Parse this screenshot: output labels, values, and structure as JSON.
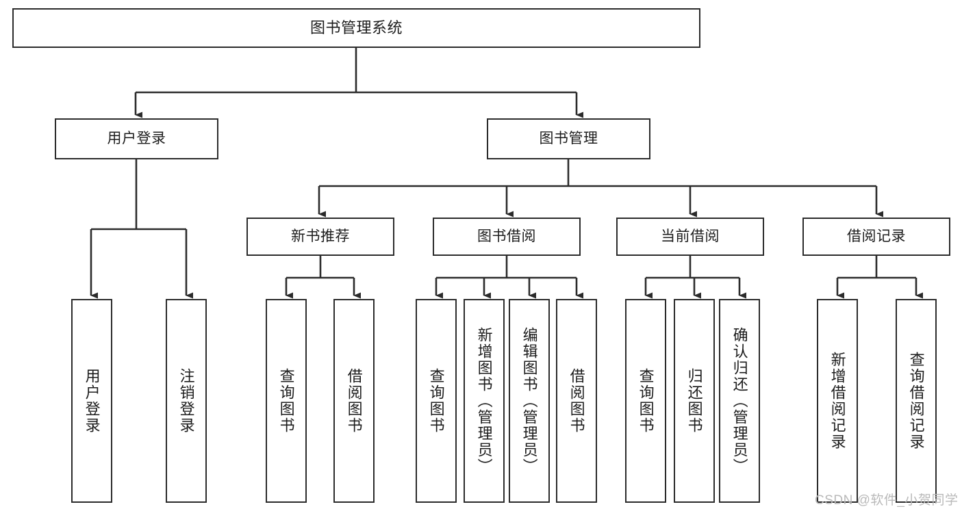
{
  "diagram": {
    "type": "tree-hierarchy-chart",
    "title": "图书管理系统",
    "orientation": "top-down",
    "colors": {
      "stroke": "#2b2b2b",
      "fill": "#ffffff",
      "text": "#1c1c1c",
      "watermark": "#b9b9b9"
    },
    "nodes": {
      "root": {
        "label": "图书管理系统"
      },
      "level2": [
        {
          "id": "user-login",
          "label": "用户登录"
        },
        {
          "id": "book-manage",
          "label": "图书管理"
        }
      ],
      "level3": [
        {
          "id": "new-book-recommend",
          "label": "新书推荐"
        },
        {
          "id": "book-borrow",
          "label": "图书借阅"
        },
        {
          "id": "current-borrow",
          "label": "当前借阅"
        },
        {
          "id": "borrow-record",
          "label": "借阅记录"
        }
      ],
      "leaves": {
        "user_login": [
          {
            "id": "leaf-user-login",
            "label": "用户登录"
          },
          {
            "id": "leaf-user-logout",
            "label": "注销登录"
          }
        ],
        "new_book_recommend": [
          {
            "id": "leaf-query-book-1",
            "label": "查询图书"
          },
          {
            "id": "leaf-borrow-book-1",
            "label": "借阅图书"
          }
        ],
        "book_borrow": [
          {
            "id": "leaf-query-book-2",
            "label": "查询图书"
          },
          {
            "id": "leaf-add-book",
            "label": "新增图书（管理员）"
          },
          {
            "id": "leaf-edit-book",
            "label": "编辑图书（管理员）"
          },
          {
            "id": "leaf-borrow-book-2",
            "label": "借阅图书"
          }
        ],
        "current_borrow": [
          {
            "id": "leaf-query-book-3",
            "label": "查询图书"
          },
          {
            "id": "leaf-return-book",
            "label": "归还图书"
          },
          {
            "id": "leaf-confirm-return",
            "label": "确认归还（管理员）"
          }
        ],
        "borrow_record": [
          {
            "id": "leaf-add-record",
            "label": "新增借阅记录"
          },
          {
            "id": "leaf-query-record",
            "label": "查询借阅记录"
          }
        ]
      }
    },
    "watermark": "CSDN @软件_小贺同学"
  }
}
